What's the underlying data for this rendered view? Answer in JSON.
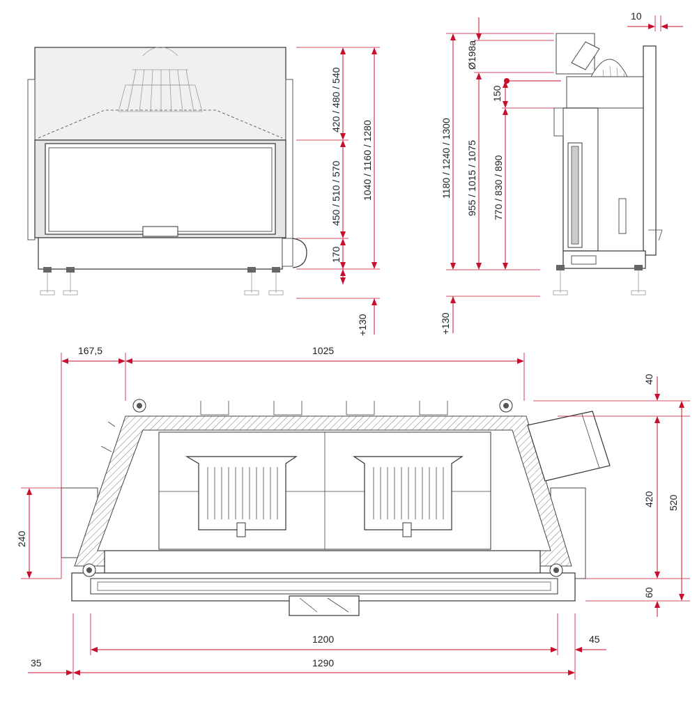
{
  "front_view": {
    "labels": {
      "upper_height": "420 / 480 / 540",
      "door_height": "450 / 510 / 570",
      "base_height": "170",
      "total_height": "1040 / 1160 / 1280",
      "feet_extension": "+130"
    }
  },
  "side_view": {
    "labels": {
      "offset_top": "10",
      "flue_diameter": "Ø198a",
      "total_height": "1180 / 1240 / 1300",
      "flue_center_height": "955 / 1015 / 1075",
      "step": "150",
      "body_height": "770 / 830 / 890",
      "feet_extension": "+130"
    }
  },
  "top_view": {
    "labels": {
      "left_offset": "167,5",
      "inner_width": "1025",
      "top_margin": "40",
      "depth": "420",
      "total_depth": "520",
      "front_margin": "60",
      "side_depth": "240",
      "glass_width": "1200",
      "right_margin": "45",
      "left_margin": "35",
      "total_width": "1290"
    }
  },
  "colors": {
    "dimension": "#c8102e",
    "outline": "#333333"
  }
}
